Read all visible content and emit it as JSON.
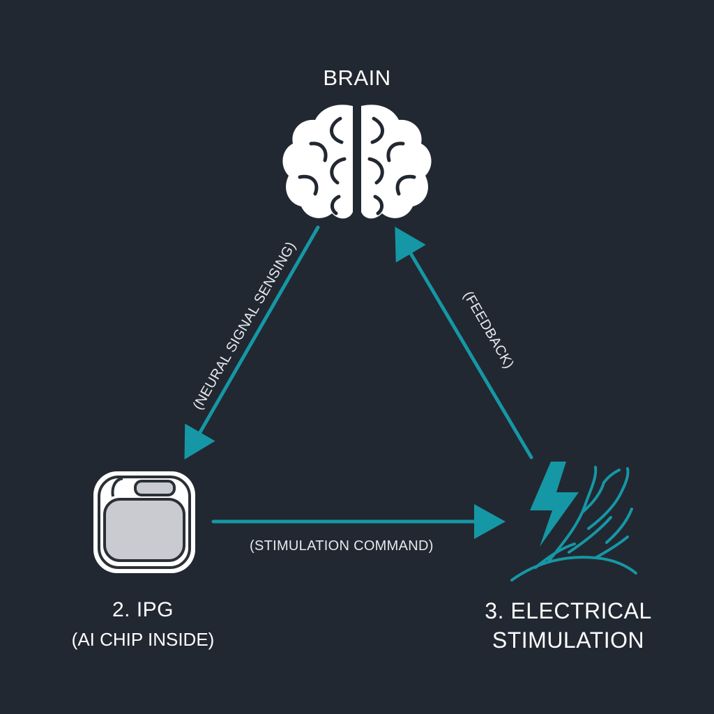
{
  "nodes": {
    "brain": {
      "label": "BRAIN",
      "icon": "brain-icon"
    },
    "ipg": {
      "label": "2. IPG",
      "sublabel": "(AI CHIP INSIDE)",
      "icon": "ipg-device-icon"
    },
    "stimulation": {
      "label_line1": "3. ELECTRICAL",
      "label_line2": "STIMULATION",
      "icon": "lightning-nerve-icon"
    }
  },
  "edges": {
    "brain_to_ipg": "(NEURAL SIGNAL SENSING)",
    "ipg_to_stimulation": "(STIMULATION COMMAND)",
    "stimulation_to_brain": "(FEEDBACK)"
  },
  "colors": {
    "background": "#222831",
    "accent": "#1597A5",
    "text": "#FFFFFF",
    "device_body": "#C9CBD0"
  }
}
